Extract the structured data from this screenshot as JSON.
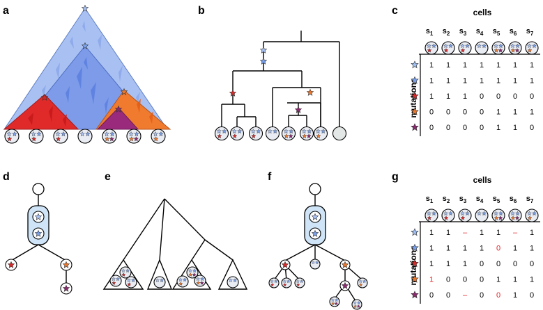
{
  "panels": {
    "a": "a",
    "b": "b",
    "c": "c",
    "d": "d",
    "e": "e",
    "f": "f",
    "g": "g"
  },
  "matrix_c": {
    "title": "cells",
    "row_title": "mutations",
    "sample_prefix": "s",
    "samples": [
      "1",
      "2",
      "3",
      "4",
      "5",
      "6",
      "7"
    ],
    "rows": [
      {
        "mutation_color": "#9fbef2",
        "values": [
          "1",
          "1",
          "1",
          "1",
          "1",
          "1",
          "1"
        ]
      },
      {
        "mutation_color": "#7aa0ea",
        "values": [
          "1",
          "1",
          "1",
          "1",
          "1",
          "1",
          "1"
        ]
      },
      {
        "mutation_color": "#d42a2a",
        "values": [
          "1",
          "1",
          "1",
          "0",
          "0",
          "0",
          "0"
        ]
      },
      {
        "mutation_color": "#e8772e",
        "values": [
          "0",
          "0",
          "0",
          "0",
          "1",
          "1",
          "1"
        ]
      },
      {
        "mutation_color": "#8b2a6e",
        "values": [
          "0",
          "0",
          "0",
          "0",
          "1",
          "1",
          "0"
        ]
      }
    ]
  },
  "matrix_g": {
    "title": "cells",
    "row_title": "mutations",
    "sample_prefix": "s",
    "samples": [
      "1",
      "2",
      "3",
      "4",
      "5",
      "6",
      "7"
    ],
    "rows": [
      {
        "mutation_color": "#9fbef2",
        "values": [
          "1",
          "1",
          "–",
          "1",
          "1",
          "–",
          "1"
        ],
        "red": [
          false,
          false,
          true,
          false,
          false,
          true,
          false
        ]
      },
      {
        "mutation_color": "#7aa0ea",
        "values": [
          "1",
          "1",
          "1",
          "1",
          "0",
          "1",
          "1"
        ],
        "red": [
          false,
          false,
          false,
          false,
          true,
          false,
          false
        ]
      },
      {
        "mutation_color": "#d42a2a",
        "values": [
          "1",
          "1",
          "1",
          "0",
          "0",
          "0",
          "0"
        ],
        "red": [
          false,
          false,
          false,
          false,
          false,
          false,
          false
        ]
      },
      {
        "mutation_color": "#e8772e",
        "values": [
          "1",
          "0",
          "0",
          "0",
          "1",
          "1",
          "1"
        ],
        "red": [
          true,
          false,
          false,
          false,
          false,
          false,
          false
        ]
      },
      {
        "mutation_color": "#8b2a6e",
        "values": [
          "0",
          "0",
          "–",
          "0",
          "0",
          "1",
          "0"
        ],
        "red": [
          false,
          false,
          true,
          false,
          true,
          false,
          false
        ]
      }
    ]
  }
}
